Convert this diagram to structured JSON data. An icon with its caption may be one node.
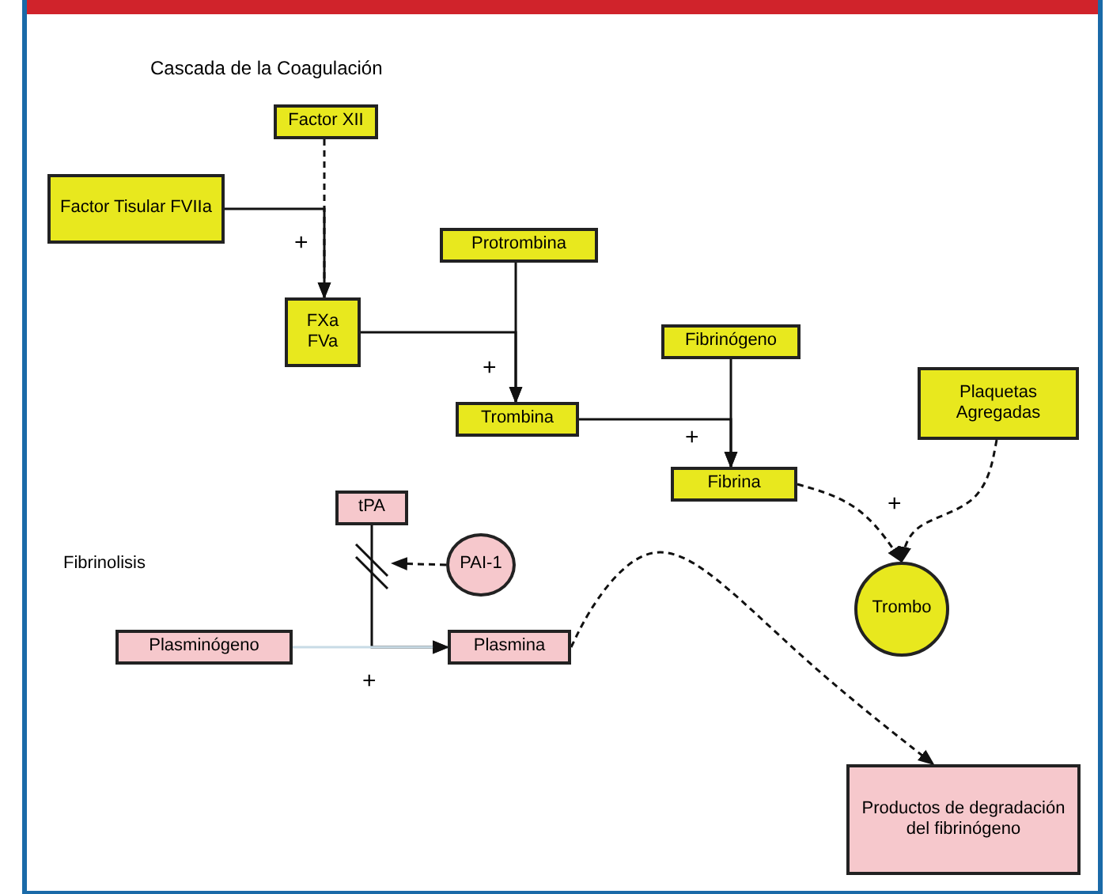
{
  "diagram": {
    "title": "Cascada de la Coagulación",
    "nodes": [
      {
        "text": [
          "Factor XII"
        ]
      },
      {
        "text": [
          "Factor Tisular FVIIa"
        ]
      },
      {
        "text": [
          "FXa FVa"
        ]
      },
      {
        "text": [
          "Protrombina"
        ]
      },
      {
        "text": [
          "Trombina"
        ]
      },
      {
        "text": [
          "Fibrinógeno"
        ]
      },
      {
        "text": [
          "Fibrina"
        ]
      },
      {
        "text": [
          "Plaquetas Agregadas"
        ]
      },
      {
        "text": [
          "Trombo"
        ]
      },
      {
        "text": [
          "tPA"
        ]
      },
      {
        "text": [
          "PAI-1"
        ]
      },
      {
        "text": [
          "Plasminógeno"
        ]
      },
      {
        "text": [
          "Plasmina"
        ]
      },
      {
        "text": [
          "Productos de degradación del fibrinógeno"
        ]
      }
    ],
    "edges": [
      {
        "from": 0,
        "to": 2,
        "arrow": "to",
        "style": "dashed"
      },
      {
        "from": 1,
        "to": 2,
        "arrow": "to"
      },
      {
        "from": 2,
        "to": 4,
        "arrow": "to"
      },
      {
        "from": 3,
        "to": 4,
        "arrow": "to"
      },
      {
        "from": 4,
        "to": 6,
        "arrow": "to"
      },
      {
        "from": 5,
        "to": 6,
        "arrow": "to"
      },
      {
        "from": 6,
        "to": 8,
        "arrow": "to",
        "style": "dashed"
      },
      {
        "from": 7,
        "to": 8,
        "arrow": "to",
        "style": "dashed"
      },
      {
        "from": 9,
        "to": 12,
        "arrow": "to"
      },
      {
        "from": 10,
        "to": 9,
        "arrow": "to",
        "style": "dashed"
      },
      {
        "from": 11,
        "to": 12,
        "arrow": "to",
        "color": "#c8dbe6"
      },
      {
        "from": 12,
        "to": 13,
        "arrow": "to",
        "style": "dashed"
      }
    ],
    "labels": [
      "+",
      "+",
      "+",
      "+",
      "Fibrinolisis",
      "+"
    ]
  }
}
